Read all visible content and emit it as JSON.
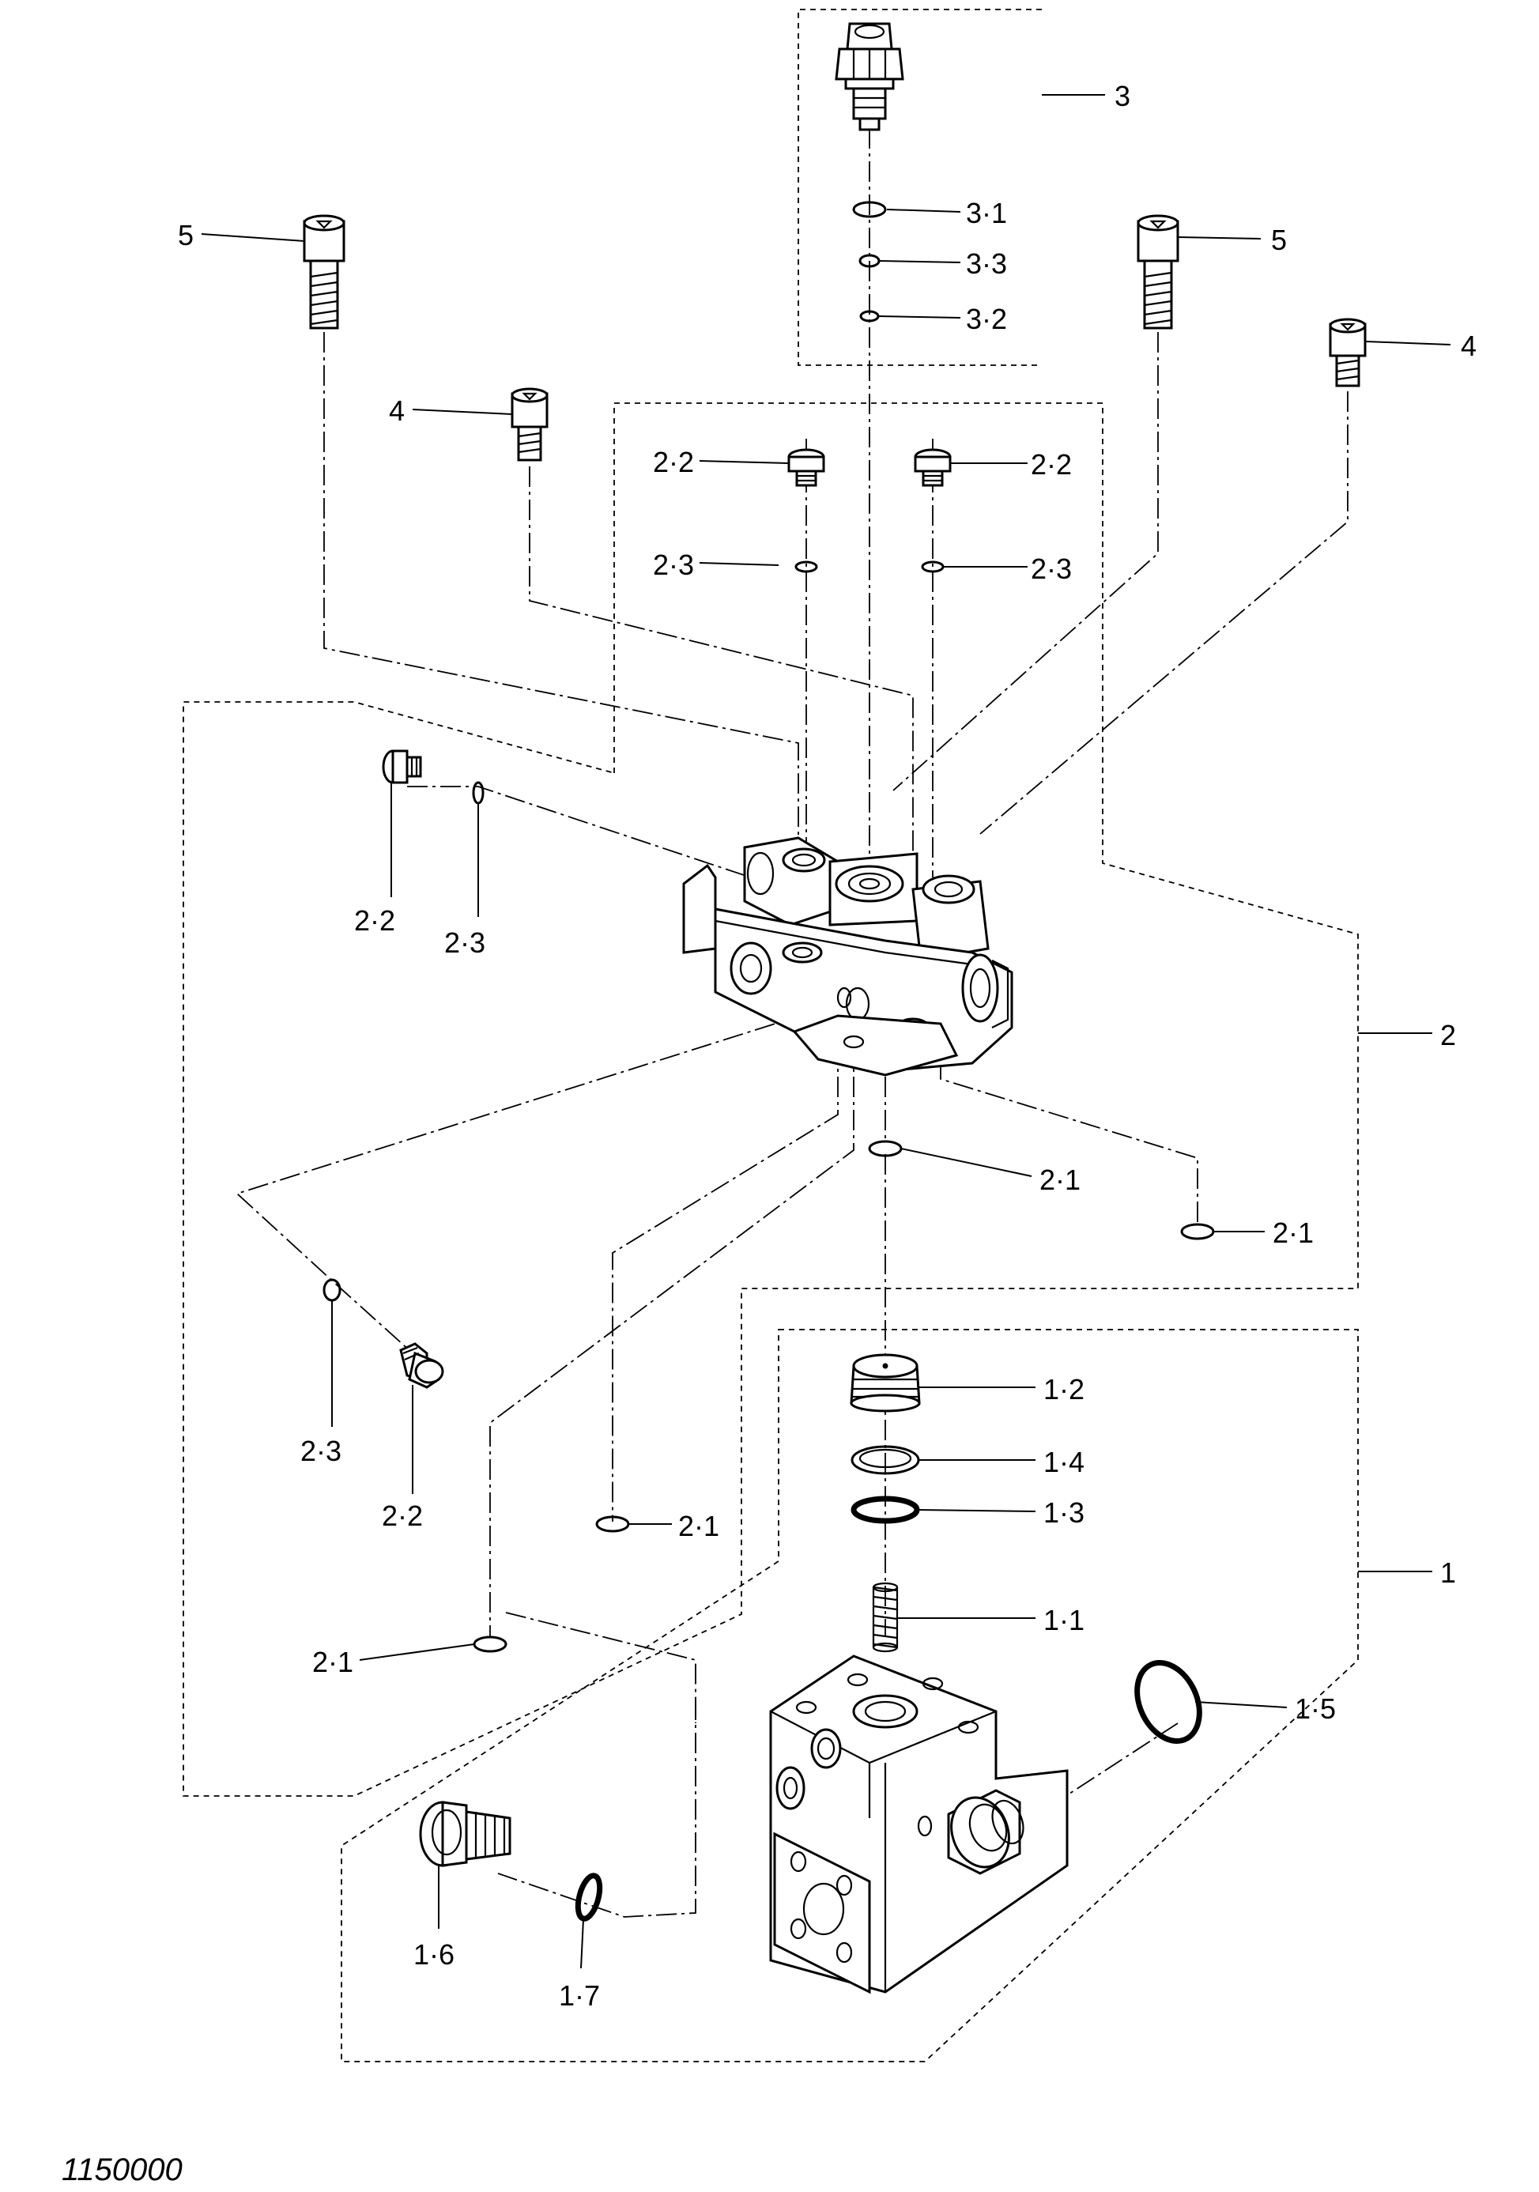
{
  "figure_id": "1150000",
  "labels": {
    "p3": "3",
    "p3_1": "3·1",
    "p3_3": "3·3",
    "p3_2": "3·2",
    "p5_left": "5",
    "p5_right": "5",
    "p4_right": "4",
    "p4_left": "4",
    "p2_2_top_left": "2·2",
    "p2_2_top_right": "2·2",
    "p2_3_top_left": "2·3",
    "p2_3_top_right": "2·3",
    "p2_2_side": "2·2",
    "p2_3_side": "2·3",
    "p2": "2",
    "p2_1_center": "2·1",
    "p2_1_right": "2·1",
    "p2_3_low": "2·3",
    "p2_2_low": "2·2",
    "p2_1_low": "2·1",
    "p2_1_bottom": "2·1",
    "p1_2": "1·2",
    "p1_4": "1·4",
    "p1_3": "1·3",
    "p1": "1",
    "p1_1": "1·1",
    "p1_5": "1·5",
    "p1_6": "1·6",
    "p1_7": "1·7"
  }
}
